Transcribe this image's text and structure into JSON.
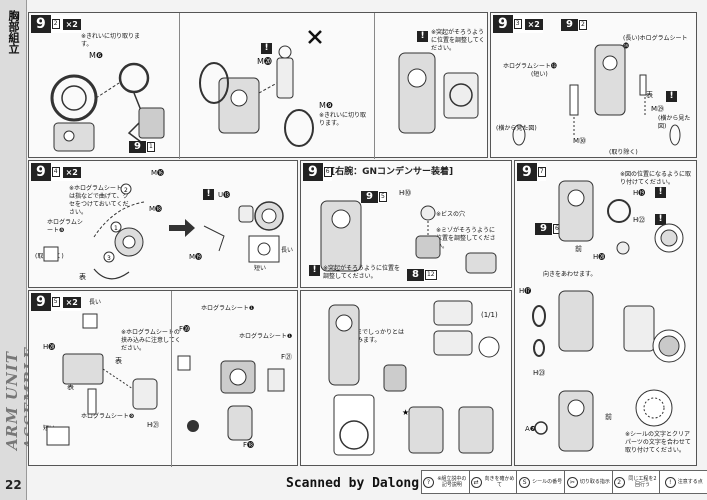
{
  "side": {
    "title": "胸部組立",
    "english": "ARM UNIT ASSEMBLE",
    "page_number": "22"
  },
  "panels": {
    "p1": {
      "step": "9",
      "sub": "2",
      "times": "×2",
      "note_cut": "※きれいに切り取ります。",
      "part_m6": "M❻",
      "step_small": "9",
      "step_small_sub": "1"
    },
    "p1b": {
      "part_m20": "M⓴",
      "note_cut2": "※きれいに切り取ります。",
      "part_m9": "M❾"
    },
    "p1c": {
      "note_align": "※突起がそろうように位置を調整してください。"
    },
    "p2": {
      "step": "9",
      "sub": "3",
      "times": "×2",
      "holo_long": "(長い)ホログラムシート⓮",
      "holo_short_a": "ホログラムシート⓭",
      "holo_short_b": "(短い)",
      "omote": "表",
      "m29": "M㉙",
      "m30": "M㉚",
      "view_side": "(横から見た図)",
      "tear": "(取り除く)",
      "step_small": "9",
      "step_small_sub": "2"
    },
    "p3": {
      "step": "9",
      "sub": "4",
      "times": "×2",
      "m16": "M⓰",
      "holo_note": "※ホログラムシート❽は指などで曲げて、クセをつけておいてください。",
      "holo_label": "ホログラムシート❽",
      "m18": "M⓲",
      "omote": "表",
      "tear": "(取り除く)",
      "u13": "U⓭",
      "m19": "M⓳",
      "long": "長い",
      "short": "短い"
    },
    "p4": {
      "step": "9",
      "sub": "6",
      "title": "[右腕：GNコンデンサー装着]",
      "h10": "H⓾",
      "note_screw": "※ビスの穴",
      "note_groove": "※ミゾがそろうように位置を調整してください。",
      "note_align": "※突起がそろうように位置を調整してください。",
      "step_a": "9",
      "step_a_sub": "5",
      "step_b": "8",
      "step_b_sub": "12"
    },
    "p5": {
      "step": "9",
      "sub": "7",
      "note_pos": "※図の位置になるように取り付けてください。",
      "h19": "H⓳",
      "h22": "H㉒",
      "h20": "H⓴",
      "front": "前",
      "side_note": "向きをあわせます。",
      "h17": "H⓱",
      "h23": "H㉓",
      "a7": "A❼",
      "front2": "前",
      "seal_note": "※シールの文字とクリアパーツの文字を合わせて取り付けてください。",
      "step_a": "9",
      "step_a_sub": "6"
    },
    "p6": {
      "step": "9",
      "sub": "5",
      "times": "×2",
      "long": "長い",
      "holo_note": "※ホログラムシートの挟み込みに注意してください。",
      "h20": "H⓴",
      "omote": "表",
      "holo_j": "ホログラムシート❾",
      "h21": "H㉑",
      "short": "短い",
      "holo_i": "ホログラムシート❶",
      "holo_i2": "ホログラムシート❶",
      "f20": "F⓴",
      "f21": "F㉑",
      "f18": "F⓲",
      "tear": "(取り除く)"
    },
    "p7": {
      "note_deep": "※奥までしっかりとはめ込みます。",
      "count": "(1/1)"
    }
  },
  "footer": {
    "scanned": "Scanned by Dalong.net",
    "legend": [
      {
        "icon": "?",
        "text": "※組立説中の記号説明"
      },
      {
        "icon": "⇄",
        "text": "向きを確かめて"
      },
      {
        "icon": "S",
        "text": "シールの番号"
      },
      {
        "icon": "✂",
        "text": "切り取る指示"
      },
      {
        "icon": "2",
        "text": "同じ工程を2回行う"
      },
      {
        "icon": "!",
        "text": "注意する点"
      }
    ]
  }
}
